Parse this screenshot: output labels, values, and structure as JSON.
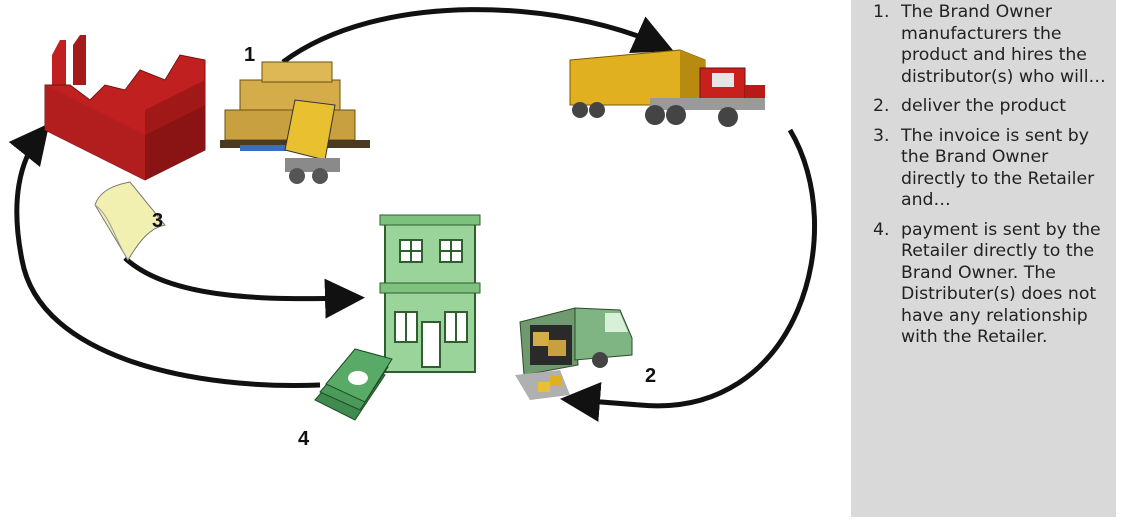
{
  "diagram": {
    "labels": [
      "1",
      "2",
      "3",
      "4"
    ]
  },
  "steps": [
    {
      "num": "1.",
      "text": "The Brand Owner manufacturers the product and hires the distributor(s) who will…"
    },
    {
      "num": "2.",
      "text": "deliver the product"
    },
    {
      "num": "3.",
      "text": "The invoice is sent by the Brand Owner directly to the Retailer and…"
    },
    {
      "num": "4.",
      "text": "payment is sent by the Retailer directly to the Brand Owner. The Distributer(s) does not have any relationship with the Retailer."
    }
  ],
  "colors": {
    "factory": "#c0201f",
    "truck_trailer": "#e0b020",
    "truck_cab": "#c8201c",
    "store": "#9bd49b",
    "van": "#7fb583",
    "boxes": "#c8a040",
    "invoice": "#f2f0b0",
    "money": "#4a9a5a",
    "panel": "#d9d9d9"
  },
  "icons": [
    "factory-icon",
    "boxes-forklift-icon",
    "semi-truck-icon",
    "delivery-van-icon",
    "retail-store-icon",
    "invoice-icon",
    "money-icon"
  ]
}
